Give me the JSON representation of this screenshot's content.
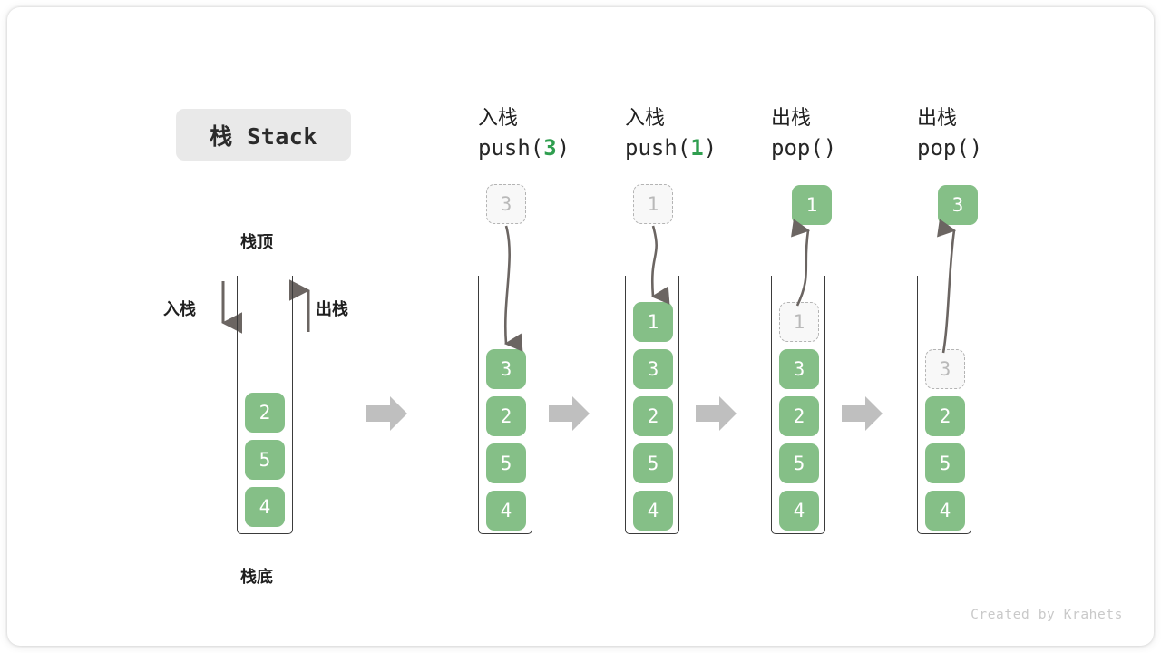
{
  "title_badge": {
    "text": "栈 Stack"
  },
  "left_stack": {
    "top_label": "栈顶",
    "bottom_label": "栈底",
    "push_label": "入栈",
    "pop_label": "出栈",
    "items": [
      "2",
      "5",
      "4"
    ]
  },
  "columns": [
    {
      "op_cn": "入栈",
      "op_code_prefix": "push(",
      "op_code_arg": "3",
      "op_code_suffix": ")",
      "floating_box": {
        "value": "3",
        "style": "ghost",
        "position": "above"
      },
      "items": [
        {
          "value": "3",
          "style": "solid"
        },
        {
          "value": "2",
          "style": "solid"
        },
        {
          "value": "5",
          "style": "solid"
        },
        {
          "value": "4",
          "style": "solid"
        }
      ]
    },
    {
      "op_cn": "入栈",
      "op_code_prefix": "push(",
      "op_code_arg": "1",
      "op_code_suffix": ")",
      "floating_box": {
        "value": "1",
        "style": "ghost",
        "position": "above"
      },
      "items": [
        {
          "value": "1",
          "style": "solid"
        },
        {
          "value": "3",
          "style": "solid"
        },
        {
          "value": "2",
          "style": "solid"
        },
        {
          "value": "5",
          "style": "solid"
        },
        {
          "value": "4",
          "style": "solid"
        }
      ]
    },
    {
      "op_cn": "出栈",
      "op_code_prefix": "pop(",
      "op_code_arg": "",
      "op_code_suffix": ")",
      "floating_box": {
        "value": "1",
        "style": "solid",
        "position": "above"
      },
      "items": [
        {
          "value": "1",
          "style": "ghost"
        },
        {
          "value": "3",
          "style": "solid"
        },
        {
          "value": "2",
          "style": "solid"
        },
        {
          "value": "5",
          "style": "solid"
        },
        {
          "value": "4",
          "style": "solid"
        }
      ]
    },
    {
      "op_cn": "出栈",
      "op_code_prefix": "pop(",
      "op_code_arg": "",
      "op_code_suffix": ")",
      "floating_box": {
        "value": "3",
        "style": "solid",
        "position": "above"
      },
      "items": [
        {
          "value": "3",
          "style": "ghost"
        },
        {
          "value": "2",
          "style": "solid"
        },
        {
          "value": "5",
          "style": "solid"
        },
        {
          "value": "4",
          "style": "solid"
        }
      ]
    }
  ],
  "credit": "Created by Krahets",
  "colors": {
    "box_green": "#85bf87",
    "arg_green": "#2f9e4f",
    "ghost_fill": "#f8f8f8",
    "ghost_border": "#b4b4b4",
    "tube_stroke": "#3b3b3b",
    "arrow_gray": "#6b6562",
    "connector_gray": "#bfbfbf",
    "badge_bg": "#e9e9e9"
  }
}
